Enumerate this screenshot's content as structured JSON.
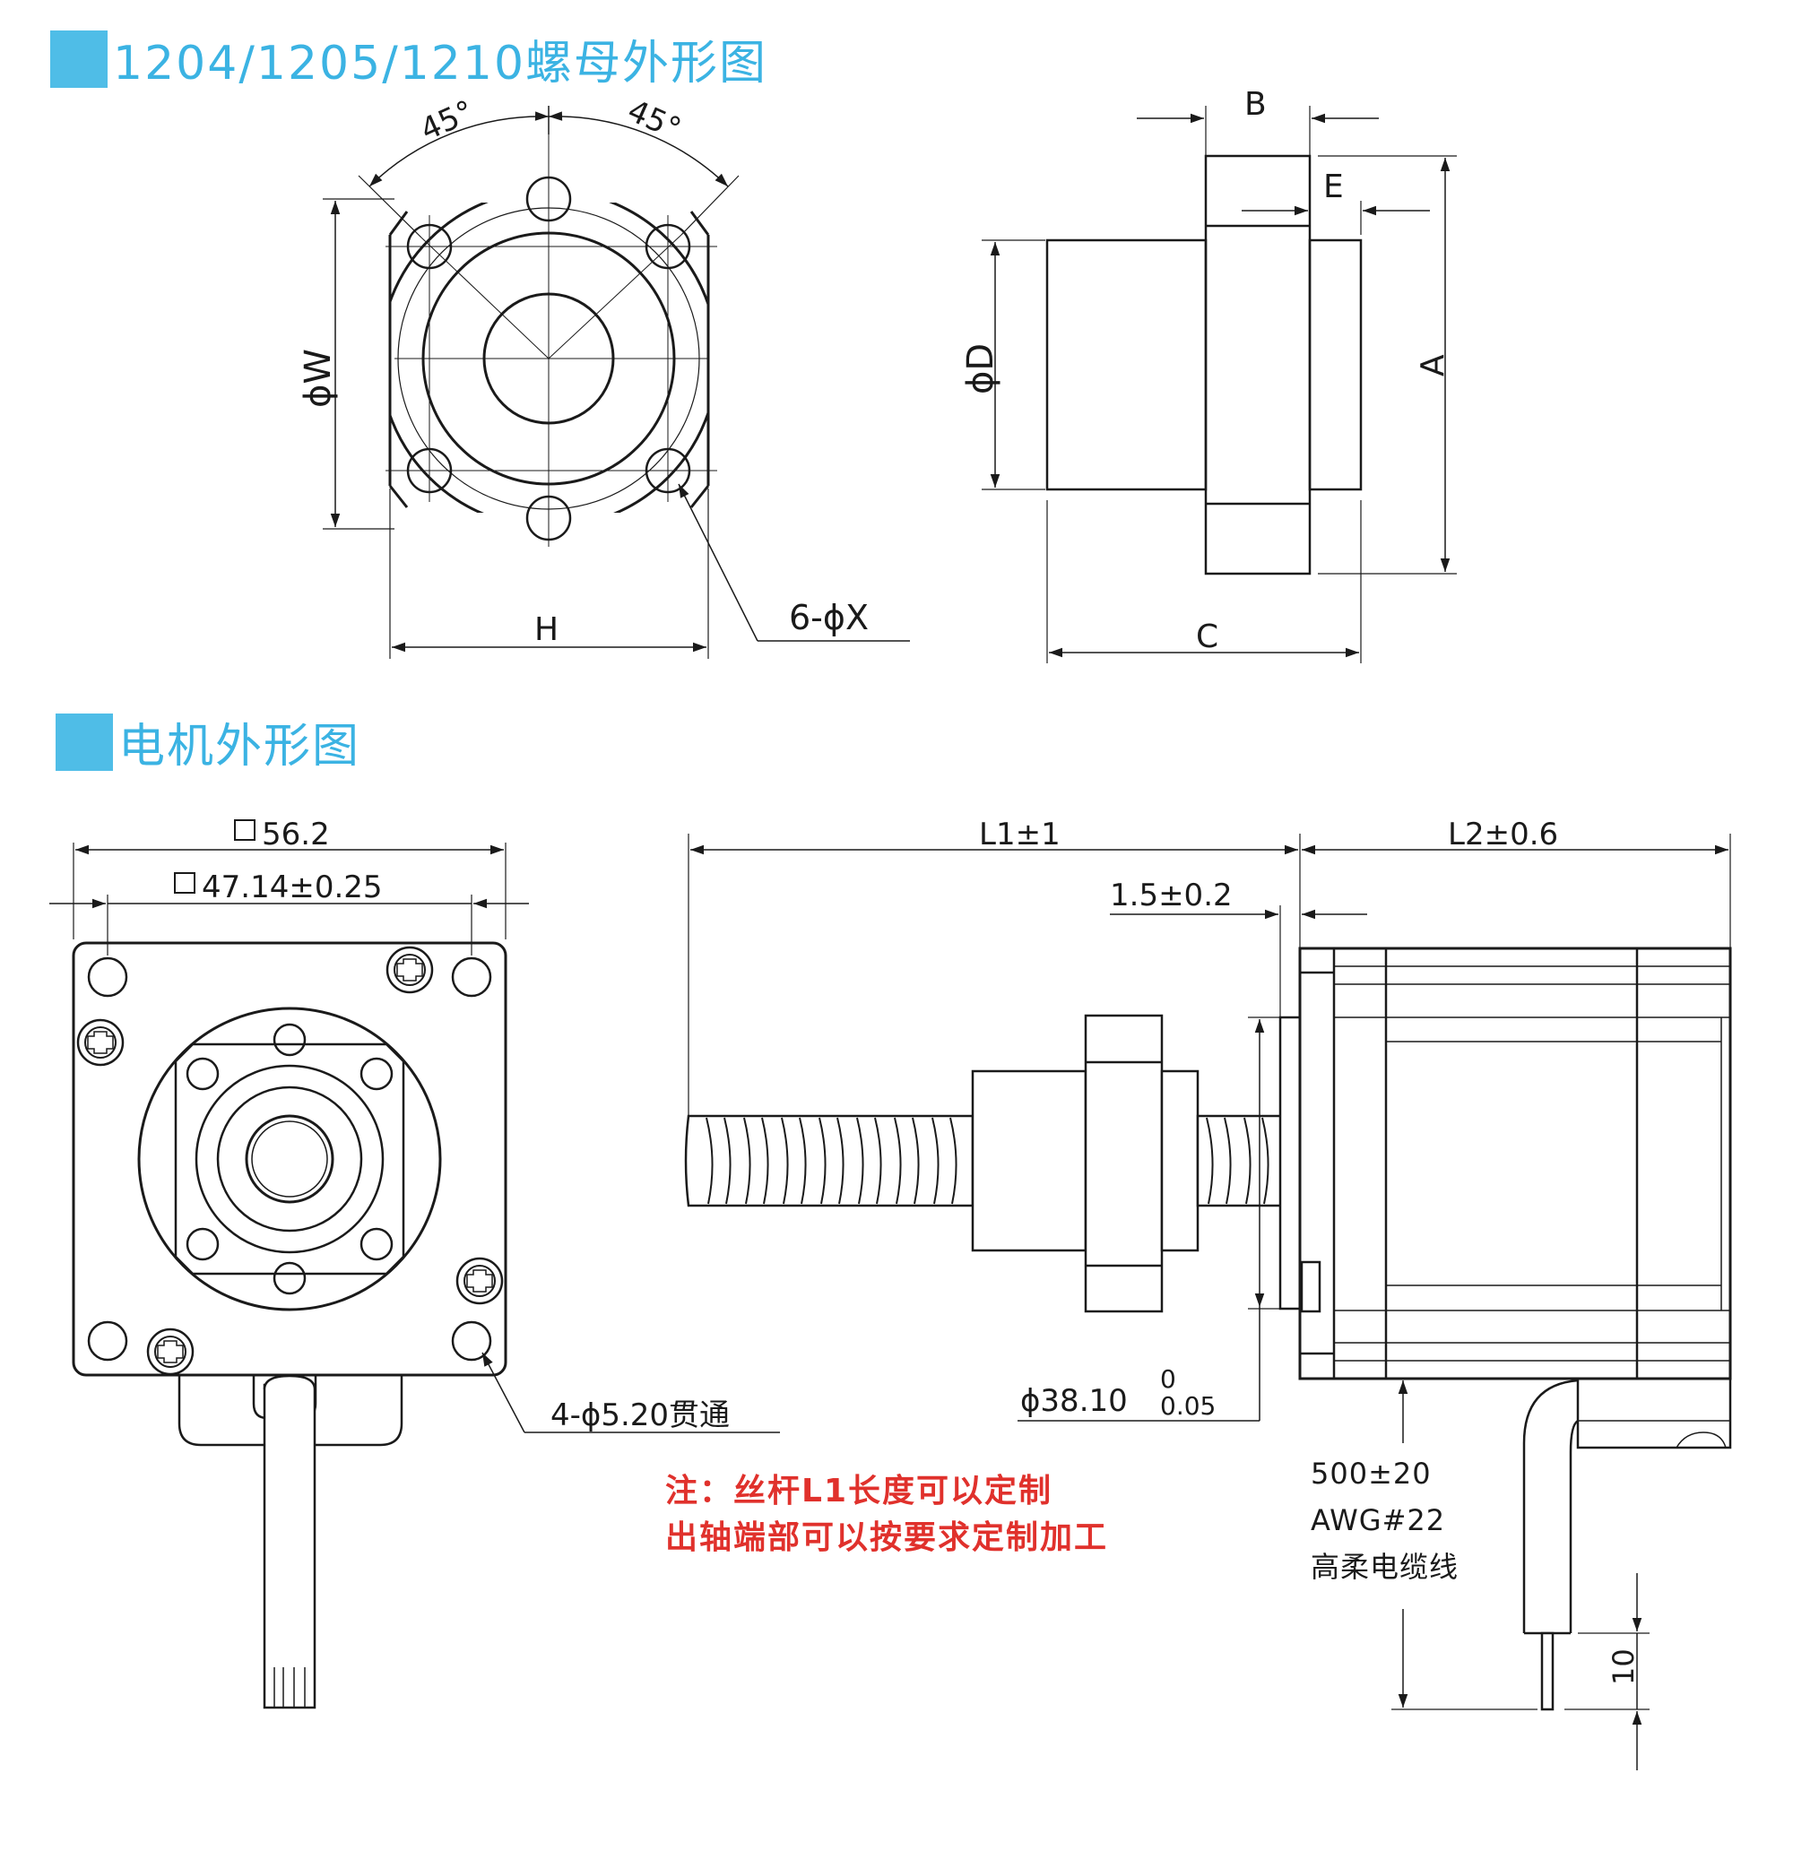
{
  "sections": {
    "nut_title": "1204/1205/1210螺母外形图",
    "motor_title": "电机外形图"
  },
  "nut_front": {
    "angle_left": "45°",
    "angle_right": "45°",
    "dia_w": "ϕW",
    "width_h": "H",
    "holes": "6-ϕX"
  },
  "nut_side": {
    "b": "B",
    "e": "E",
    "a": "A",
    "d": "ϕD",
    "c": "C"
  },
  "motor_front": {
    "outer": "56.2",
    "inner": "47.14±0.25",
    "holes": "4-ϕ5.20贯通"
  },
  "motor_side": {
    "l1": "L1±1",
    "l2": "L2±0.6",
    "spacer": "1.5±0.2",
    "pilot_dia": "ϕ38.10",
    "pilot_tol_upper": "0",
    "pilot_tol_lower": "0.05",
    "lead_extra": "10"
  },
  "cable": {
    "line1": "500±20",
    "line2": "AWG#22",
    "line3": "高柔电缆线"
  },
  "note": {
    "line1": "注：丝杆L1长度可以定制",
    "line2": "出轴端部可以按要求定制加工"
  },
  "colors": {
    "accent": "#4fbde7",
    "note": "#e0312c",
    "line": "#1a1a1a"
  }
}
